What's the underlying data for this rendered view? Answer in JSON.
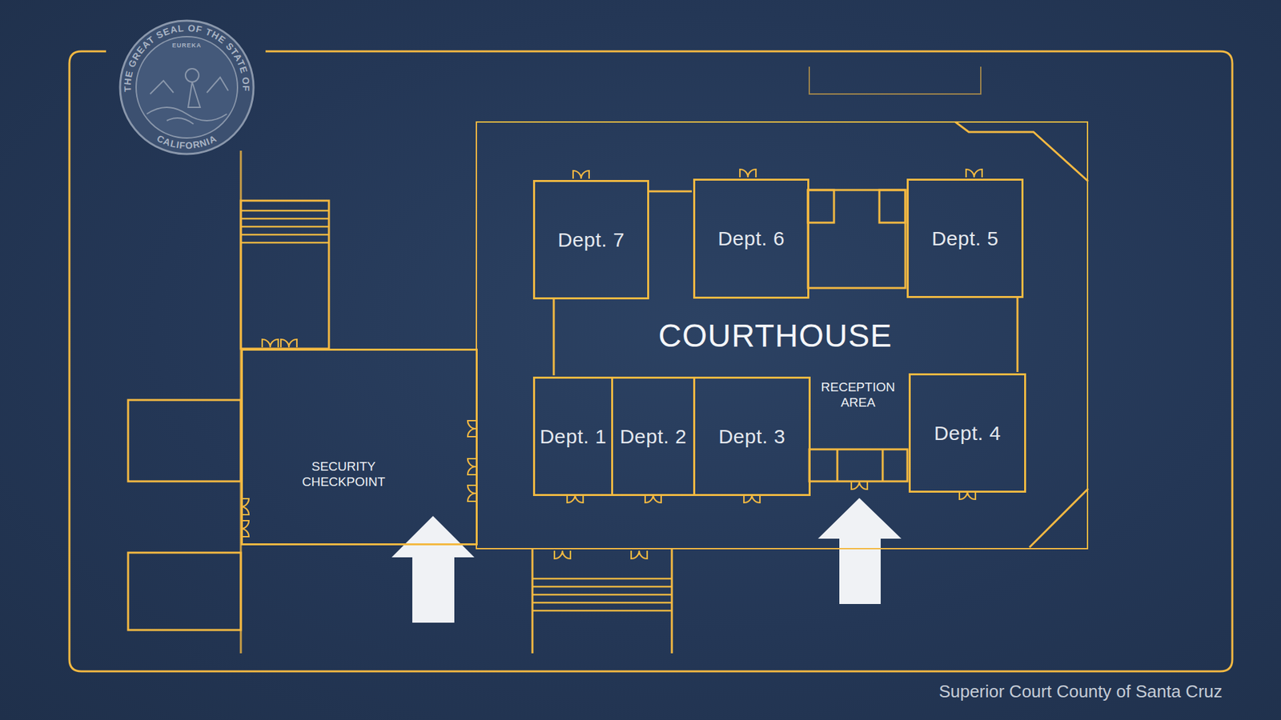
{
  "diagram": {
    "caption": "Superior Court County of Santa Cruz",
    "nodes": [
      {
        "text": [
          "COURTHOUSE"
        ]
      },
      {
        "text": [
          "Dept. 7"
        ],
        "in": 0
      },
      {
        "text": [
          "Dept. 6"
        ],
        "in": 0
      },
      {
        "text": [
          "Dept. 5"
        ],
        "in": 0
      },
      {
        "text": [
          "Dept. 1"
        ],
        "in": 0
      },
      {
        "text": [
          "Dept. 2"
        ],
        "in": 0
      },
      {
        "text": [
          "Dept. 3"
        ],
        "in": 0
      },
      {
        "text": [
          "Dept. 4"
        ],
        "in": 0
      },
      {
        "text": [
          "SECURITY CHECKPOINT"
        ]
      }
    ],
    "labels": [
      "RECEPTION AREA",
      "THE GREAT SEAL OF THE STATE OF",
      "EUREKA",
      "CALIFORNIA"
    ]
  }
}
